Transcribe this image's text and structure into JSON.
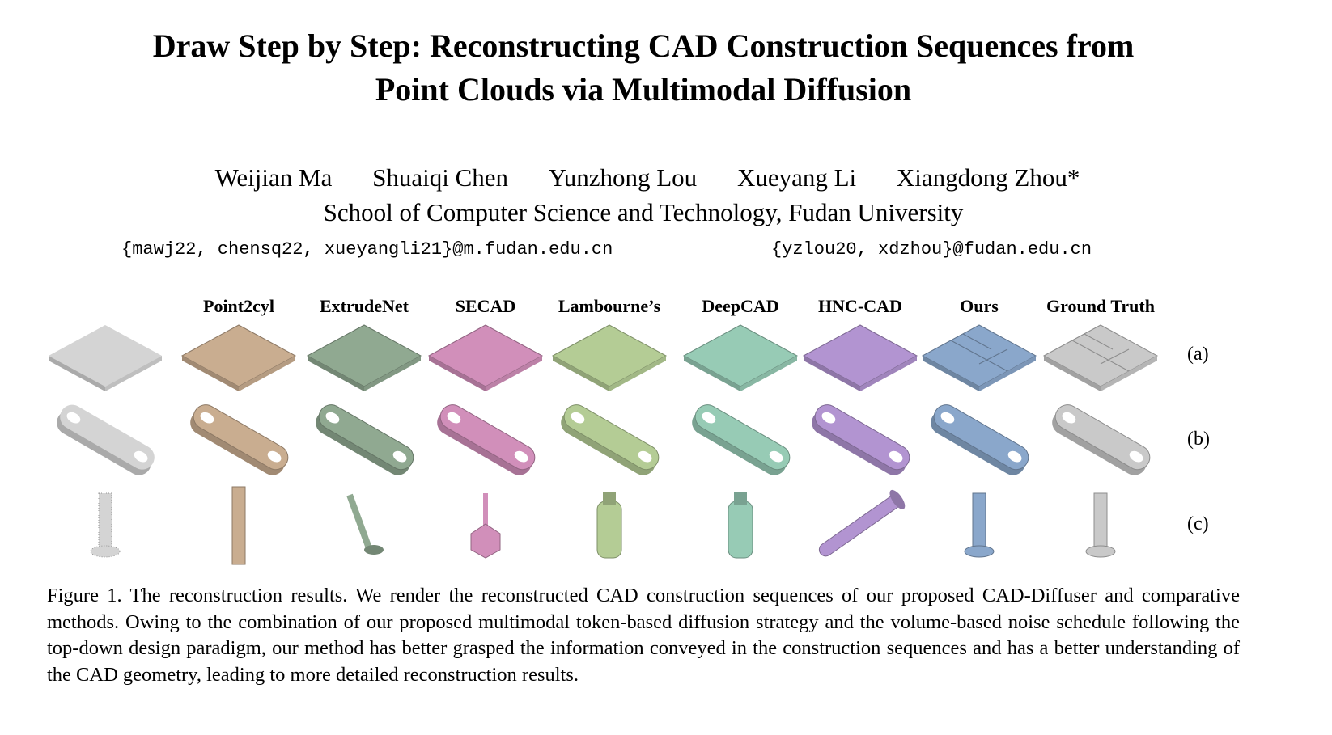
{
  "title": {
    "line1": "Draw Step by Step: Reconstructing CAD Construction Sequences from",
    "line2": "Point Clouds via Multimodal Diffusion"
  },
  "authors": [
    "Weijian Ma",
    "Shuaiqi Chen",
    "Yunzhong Lou",
    "Xueyang Li",
    "Xiangdong Zhou*"
  ],
  "affiliation": "School of Computer Science and Technology, Fudan University",
  "emails": [
    "{mawj22, chensq22, xueyangli21}@m.fudan.edu.cn",
    "{yzlou20, xdzhou}@fudan.edu.cn"
  ],
  "figure": {
    "columns": [
      {
        "label": "",
        "color": "#d4d4d4"
      },
      {
        "label": "Point2cyl",
        "color": "#c9ad90"
      },
      {
        "label": "ExtrudeNet",
        "color": "#90a991"
      },
      {
        "label": "SECAD",
        "color": "#d18fba"
      },
      {
        "label": "Lambourne’s",
        "color": "#b4cc95"
      },
      {
        "label": "DeepCAD",
        "color": "#97cbb5"
      },
      {
        "label": "HNC-CAD",
        "color": "#b294d1"
      },
      {
        "label": "Ours",
        "color": "#8aa7cb"
      },
      {
        "label": "Ground Truth",
        "color": "#c9c9c9"
      }
    ],
    "rows": [
      "(a)",
      "(b)",
      "(c)"
    ]
  },
  "caption": "Figure 1.  The reconstruction results.  We render the reconstructed CAD construction sequences of our proposed CAD-Diffuser and comparative methods. Owing to the combination of our proposed multimodal token-based diffusion strategy and the volume-based noise schedule following the top-down design paradigm, our method has better grasped the information conveyed in the construction sequences and has a better understanding of the CAD geometry, leading to more detailed reconstruction results."
}
